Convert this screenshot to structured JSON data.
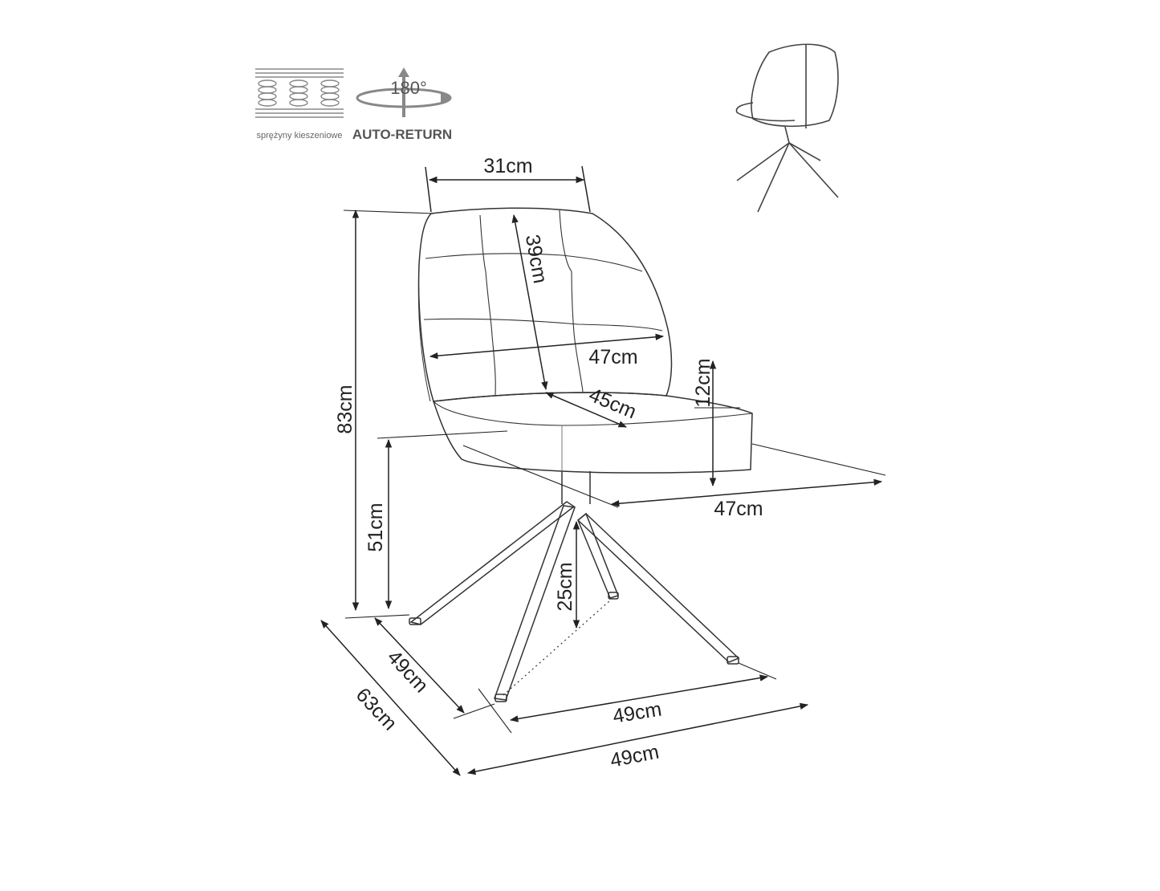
{
  "icons": {
    "springs_caption": "sprężyny kieszeniowe",
    "rotation_degrees": "180°",
    "auto_return": "AUTO-RETURN"
  },
  "dimensions": {
    "backrest_top_width": "31cm",
    "backrest_height": "39cm",
    "backrest_width": "47cm",
    "seat_depth": "45cm",
    "seat_thickness": "12cm",
    "seat_width": "47cm",
    "total_height": "83cm",
    "seat_height": "51cm",
    "frame_height": "25cm",
    "base_depth": "49cm",
    "overall_depth": "63cm",
    "base_width": "49cm",
    "overall_width": "49cm"
  }
}
